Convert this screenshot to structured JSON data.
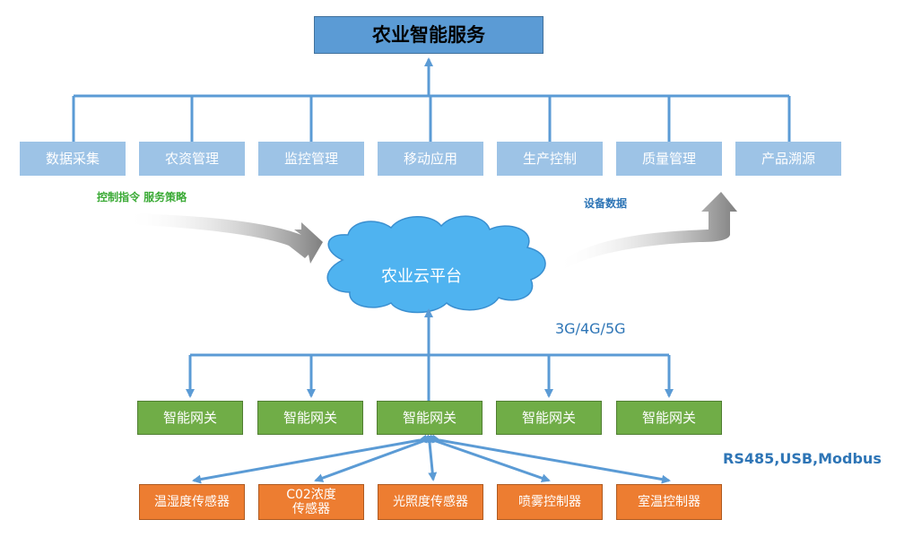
{
  "top": {
    "title": "农业智能服务"
  },
  "services": [
    {
      "label": "数据采集"
    },
    {
      "label": "农资管理"
    },
    {
      "label": "监控管理"
    },
    {
      "label": "移动应用"
    },
    {
      "label": "生产控制"
    },
    {
      "label": "质量管理"
    },
    {
      "label": "产品溯源"
    }
  ],
  "annotations": {
    "control": "控制指令  服务策略",
    "device_data": "设备数据",
    "network": "3G/4G/5G",
    "protocols": "RS485,USB,Modbus"
  },
  "cloud": {
    "label": "农业云平台"
  },
  "gateways": [
    {
      "label": "智能网关"
    },
    {
      "label": "智能网关"
    },
    {
      "label": "智能网关"
    },
    {
      "label": "智能网关"
    },
    {
      "label": "智能网关"
    }
  ],
  "sensors": [
    {
      "label": "温湿度传感器"
    },
    {
      "label_line1": "C02浓度",
      "label_line2": "传感器"
    },
    {
      "label": "光照度传感器"
    },
    {
      "label": "喷雾控制器"
    },
    {
      "label": "室温控制器"
    }
  ],
  "colors": {
    "line": "#5b9bd5",
    "service_fill": "#9dc3e6",
    "gateway_fill": "#70ad47",
    "sensor_fill": "#ed7d31",
    "cloud_fill": "#4fb3f0",
    "green_text": "#3aaa35",
    "blue_text": "#2e75b6"
  }
}
